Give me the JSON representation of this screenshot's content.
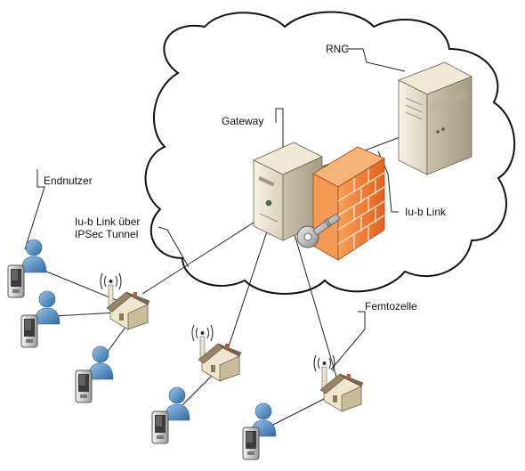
{
  "labels": {
    "rnc": "RNC",
    "gateway": "Gateway",
    "endnutzer": "Endnutzer",
    "iub_tunnel_line1": "Iu-b Link über",
    "iub_tunnel_line2": "IPSec Tunnel",
    "iub_link": "Iu-b Link",
    "femtozelle": "Femtozelle"
  }
}
